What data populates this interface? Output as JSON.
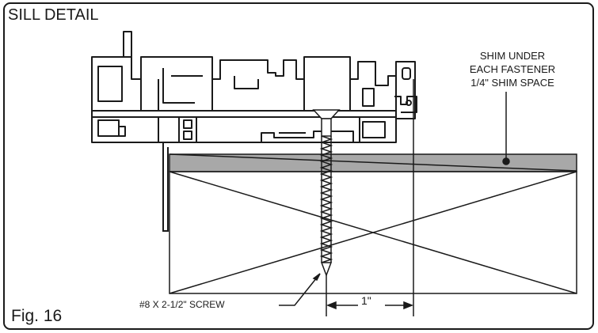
{
  "title": "SILL DETAIL",
  "figure_label": "Fig. 16",
  "annotations": {
    "shim_lines": [
      "SHIM UNDER",
      "EACH FASTENER",
      "1/4\" SHIM SPACE"
    ],
    "screw": "#8 X 2-1/2\" SCREW",
    "dimension": "1\""
  },
  "colors": {
    "line": "#1a1a1a",
    "shim_fill": "#a8a8a8",
    "background": "#ffffff"
  }
}
